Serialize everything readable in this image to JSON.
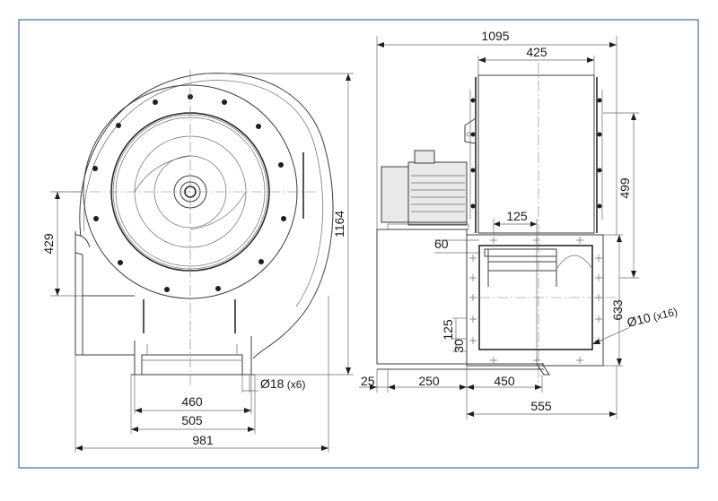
{
  "drawing": {
    "front_view": {
      "height": "1164",
      "offset": "429",
      "base_inner": "460",
      "base_outer": "505",
      "overall_width": "981",
      "hole_diameter": "Ø18",
      "hole_count": " (x6)"
    },
    "side_view": {
      "overall_width": "1095",
      "housing_width": "425",
      "motor_height": "499",
      "flange_width": "125",
      "flange_edge": "60",
      "outlet_height": "633",
      "edge_1": "125",
      "edge_2": "30",
      "base_left": "25",
      "base_1": "250",
      "base_2": "450",
      "base_total": "555",
      "hole_diameter": "Ø10",
      "hole_count": " (x16)"
    }
  }
}
